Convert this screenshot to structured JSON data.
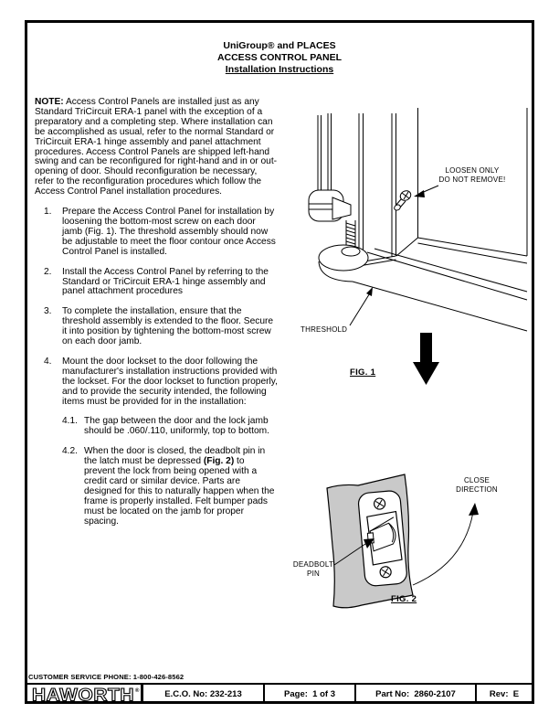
{
  "title": {
    "line1": "UniGroup® and PLACES",
    "line2": "ACCESS CONTROL PANEL",
    "line3": "Installation Instructions"
  },
  "note": {
    "label": "NOTE:",
    "text": " Access Control Panels are installed just as any Standard TriCircuit ERA-1 panel with the exception of a preparatory and a completing step.  Where installation can be accomplished as usual, refer to the normal Standard or TriCircuit ERA-1 hinge assembly and panel attachment procedures.  Access Control Panels are shipped left-hand swing and can be reconfigured for right-hand and in or out-opening of door.  Should reconfiguration be necessary, refer to the reconfiguration procedures which follow the Access Control Panel installation procedures."
  },
  "steps": [
    {
      "num": "1.",
      "text": "Prepare the Access Control Panel for installation by loosening the bottom-most screw on each door jamb (Fig. 1).  The threshold assembly should now be adjustable to meet the floor contour once Access Control Panel is installed."
    },
    {
      "num": "2.",
      "text": "Install the Access Control Panel by referring to the Standard or TriCircuit ERA-1 hinge assembly and panel attachment procedures"
    },
    {
      "num": "3.",
      "text": "To complete the installation, ensure that the threshold assembly is extended to the floor.  Secure it into position by tightening the bottom-most screw on each door jamb."
    },
    {
      "num": "4.",
      "text": "Mount the door lockset to the door following the manufacturer's installation instructions provided with the lockset.  For the door lockset to function properly, and to provide the security intended, the following items must be provided for in the installation:"
    }
  ],
  "substeps": [
    {
      "num": "4.1.",
      "text": "The gap between the door and the lock jamb should be .060/.110, uniformly, top to bottom."
    },
    {
      "num": "4.2.",
      "pre": "When the door is closed, the deadbolt pin in the latch must be depressed ",
      "bold": "(Fig. 2)",
      "post": " to prevent the lock from being opened with a credit card or similar device.  Parts are designed for this to naturally happen when the frame is properly installed.  Felt bumper pads must be located on the jamb for proper spacing."
    }
  ],
  "fig1": {
    "loosen_line1": "LOOSEN ONLY",
    "loosen_line2": "DO NOT REMOVE!",
    "threshold": "THRESHOLD",
    "caption": "FIG. 1"
  },
  "fig2": {
    "close_line1": "CLOSE",
    "close_line2": "DIRECTION",
    "deadbolt_line1": "DEADBOLT",
    "deadbolt_line2": "PIN",
    "caption": "FIG. 2"
  },
  "footer": {
    "service_phone": "CUSTOMER SERVICE PHONE: 1-800-426-8562",
    "logo": "HAWORTH",
    "logo_reg": "®",
    "eco": "E.C.O. No: 232-213",
    "page": "Page:  1 of 3",
    "part": "Part No:  2860-2107",
    "rev": "Rev:  E"
  },
  "colors": {
    "ink": "#000000",
    "panel_gray": "#c9c9c9"
  }
}
